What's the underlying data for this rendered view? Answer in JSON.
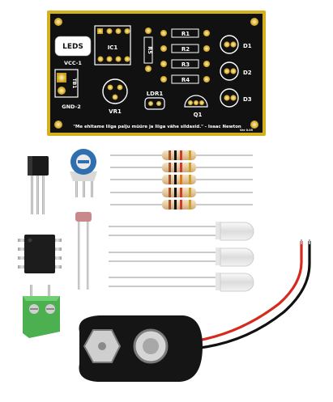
{
  "pcb": {
    "logo": "LEDS",
    "labels": {
      "ic": "IC1",
      "r5": "R5",
      "r1": "R1",
      "r2": "R2",
      "r3": "R3",
      "r4": "R4",
      "d1": "D1",
      "d2": "D2",
      "d3": "D3",
      "vcc": "VCC-1",
      "gnd": "GND-2",
      "tb": "TB1",
      "vr": "VR1",
      "ldr": "LDR1",
      "q": "Q1"
    },
    "quote": "\"Me ehitame liiga palju müüre ja liiga vähe sildasid.\" - Isaac Newton",
    "version": "Ver 0.05"
  },
  "colors": {
    "board": "#111111",
    "board_border": "#d4b11c",
    "silkscreen": "#ffffff",
    "pad_gold": "#e2b62a",
    "terminal_green": "#4caf50",
    "wire_red": "#d62a1e",
    "wire_black": "#111111"
  },
  "parts": {
    "transistor_icon": "to92-transistor-icon",
    "trimmer_icon": "trimmer-potentiometer-icon",
    "ldr_icon": "photoresistor-icon",
    "ic_icon": "dip8-ic-icon",
    "terminal_icon": "screw-terminal-icon",
    "battery_icon": "battery-snap-icon",
    "resistor_count": 5,
    "led_count": 3
  }
}
